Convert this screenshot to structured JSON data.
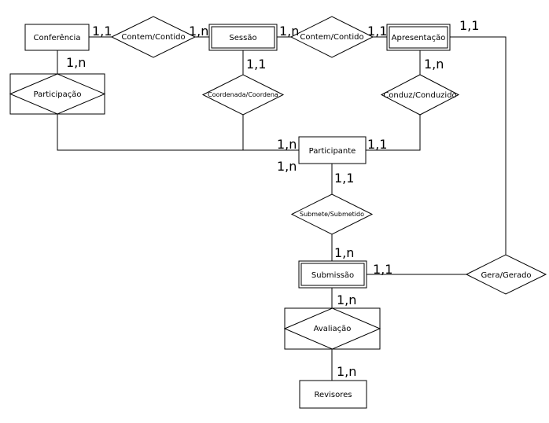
{
  "diagram": {
    "entities": {
      "conferencia": "Conferência",
      "sessao": "Sessão",
      "apresentacao": "Apresentação",
      "participante": "Participante",
      "submissao": "Submissão",
      "revisores": "Revisores",
      "participacao": "Participação",
      "avaliacao": "Avaliação"
    },
    "relationships": {
      "contem_contido_1": "Contem/Contido",
      "contem_contido_2": "Contem/Contido",
      "coordenada": "Coordenada/Coordena",
      "conduz": "Conduz/Conduzido",
      "submete": "Submete/Submetido",
      "gera": "Gera/Gerado"
    },
    "cardinalities": {
      "conf_contem": "1,1",
      "contem_sessao": "1,n",
      "sessao_contem": "1,n",
      "contem_apres": "1,1",
      "apres_gera": "1,1",
      "conf_participacao": "1,n",
      "sessao_coord": "1,1",
      "apres_conduz": "1,n",
      "part_left_top": "1,n",
      "part_left_bottom": "1,n",
      "part_right": "1,1",
      "part_submete": "1,1",
      "submete_submissao": "1,n",
      "submissao_gera": "1,1",
      "submissao_avaliacao": "1,n",
      "avaliacao_revisores": "1,n"
    }
  }
}
